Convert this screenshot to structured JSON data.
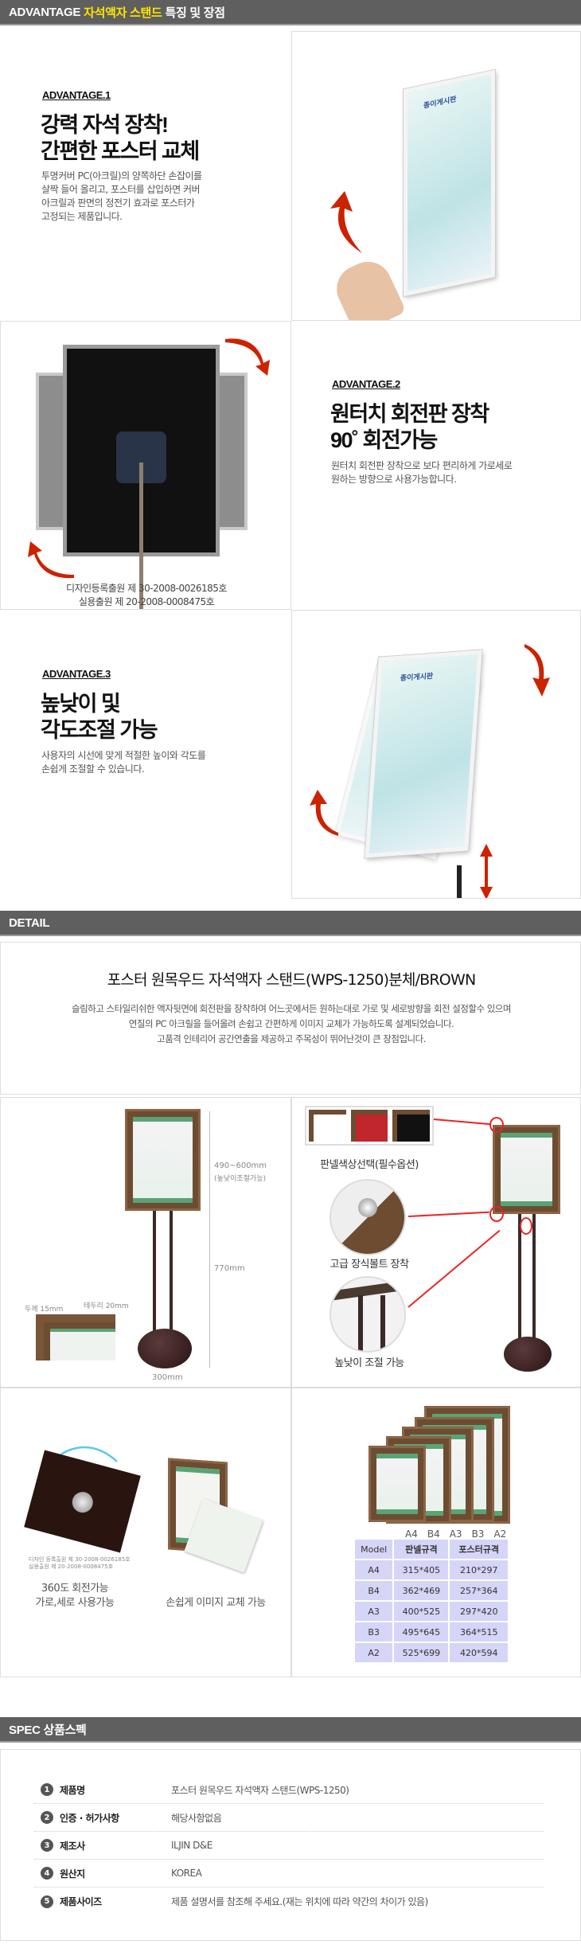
{
  "advantage_header": {
    "prefix": "ADVANTAGE",
    "highlight": "자석액자 스탠드",
    "suffix": "특징 및 장점"
  },
  "advantages": [
    {
      "label": "ADVANTAGE.1",
      "title_1": "강력 자석 장착!",
      "title_2": "간편한 포스터 교체",
      "body": [
        "투명커버 PC(아크릴)의 양쪽하단 손잡이를",
        "살짝 들어 올리고, 포스터를 삽입하면 커버",
        "아크릴과 판면의 정전기 효과로 포스터가",
        "고정되는 제품입니다."
      ]
    },
    {
      "label": "ADVANTAGE.2",
      "title_1": "원터치 회전판 장착",
      "title_2": "90˚ 회전가능",
      "body": [
        "원터치 회전판 장착으로 보다 편리하게 가로세로",
        "원하는 방향으로 사용가능합니다."
      ],
      "patent_1": "디자인등록출원 제 30-2008-0026185호",
      "patent_2": "실용출원 제 20-2008-0008475호"
    },
    {
      "label": "ADVANTAGE.3",
      "title_1": "높낮이 및",
      "title_2": "각도조절 가능",
      "body": [
        "사용자의 시선에 맞게 적절한 높이와 각도를",
        "손쉽게 조절할 수 있습니다."
      ]
    }
  ],
  "poster_logo_text": "종이게시판",
  "detail": {
    "header": "DETAIL",
    "title": "포스터 원목우드 자석액자 스탠드(WPS-1250)분체/BROWN",
    "description": [
      "슬림하고 스타일리쉬한 액자뒷면에 회전판을 장착하여 어느곳에서든 원하는대로 가로 및 세로방향을 회전 설정할수 있으며",
      "연질의 PC 아크릴을 들어올려 손쉽고 간편하게 이미지 교체가 가능하도록 설계되었습니다.",
      "고품격 인테리어 공간연출을 제공하고 주목성이 뛰어난것이 큰 장점입니다."
    ],
    "dims": {
      "height_top": "490~600mm",
      "height_note": "(높낮이조절가능)",
      "height_bottom": "770mm",
      "width": "300mm",
      "thickness": "두께 15mm",
      "border": "테두리 20mm"
    },
    "options": {
      "panel_color": "판넬색상선택(필수옵션)",
      "bolt": "고급 장식볼트 장착",
      "height_adjust": "높낮이 조절 가능",
      "swatch_colors": [
        "#ffffff",
        "#c0262b",
        "#111111"
      ]
    },
    "rotate": {
      "patent_1": "디자인 등록출원 제 30-2008-0026185호",
      "patent_2": "실용출원 제 20-2008-0008475호",
      "caption_1": "360도 회전가능",
      "caption_2": "가로,세로 사용가능",
      "replace_caption": "손쉽게 이미지 교체 가능"
    },
    "size_labels": [
      "A4",
      "B4",
      "A3",
      "B3",
      "A2"
    ],
    "size_table": {
      "headers": [
        "Model",
        "판넬규격",
        "포스터규격"
      ],
      "rows": [
        [
          "A4",
          "315*405",
          "210*297"
        ],
        [
          "B4",
          "362*469",
          "257*364"
        ],
        [
          "A3",
          "400*525",
          "297*420"
        ],
        [
          "B3",
          "495*645",
          "364*515"
        ],
        [
          "A2",
          "525*699",
          "420*594"
        ]
      ]
    }
  },
  "spec": {
    "header": "SPEC 상품스펙",
    "rows": [
      {
        "num": "1",
        "label": "제품명",
        "value": "포스터 원목우드 자석액자 스탠드(WPS-1250)"
      },
      {
        "num": "2",
        "label": "인증 · 허가사항",
        "value": "해당사항없음"
      },
      {
        "num": "3",
        "label": "제조사",
        "value": "ILJIN D&E"
      },
      {
        "num": "4",
        "label": "원산지",
        "value": "KOREA"
      },
      {
        "num": "5",
        "label": "제품사이즈",
        "value": "제품 설명서를 참조해 주세요.(재는 위치에 따라 약간의 차이가 있음)"
      }
    ]
  },
  "colors": {
    "header_bg": "#5f5f5f",
    "highlight": "#ffe400",
    "arrow_red": "#cc2200",
    "table_bg": "#d5d5f7"
  }
}
